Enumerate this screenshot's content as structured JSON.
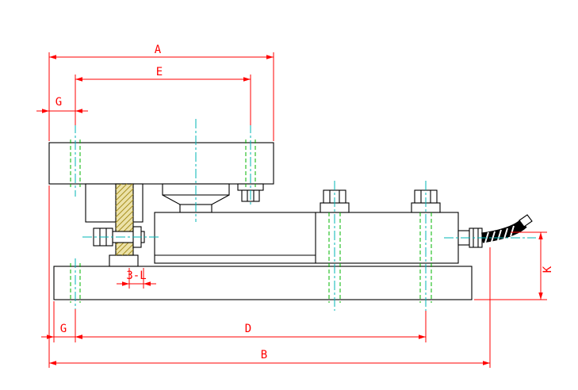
{
  "drawing": {
    "labels": {
      "dim_a": "A",
      "dim_e": "E",
      "dim_g_top": "G",
      "dim_g_bottom": "G",
      "dim_d": "D",
      "dim_b": "B",
      "dim_k": "K",
      "dim_holes": "3-L"
    },
    "colors": {
      "outline": "#000000",
      "dimension": "#ff0000",
      "centerline": "#00b6b6",
      "hidden_hole": "#00b400",
      "section_hatch": "#a89020",
      "background": "#ffffff"
    }
  }
}
